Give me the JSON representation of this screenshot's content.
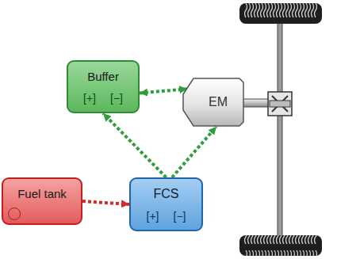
{
  "diagram": {
    "nodes": [
      {
        "text": [
          "Buffer",
          "[+]",
          "[−]"
        ]
      },
      {
        "text": [
          "EM"
        ]
      },
      {
        "text": [
          "Fuel tank"
        ]
      },
      {
        "text": [
          "FCS",
          "[+]",
          "[−]"
        ]
      }
    ],
    "edges": [
      {
        "from": 0,
        "to": 1,
        "arrow": "both"
      },
      {
        "from": 3,
        "to": 0,
        "arrow": "to"
      },
      {
        "from": 3,
        "to": 1,
        "arrow": "to"
      },
      {
        "from": 2,
        "to": 3,
        "arrow": "to"
      }
    ]
  }
}
